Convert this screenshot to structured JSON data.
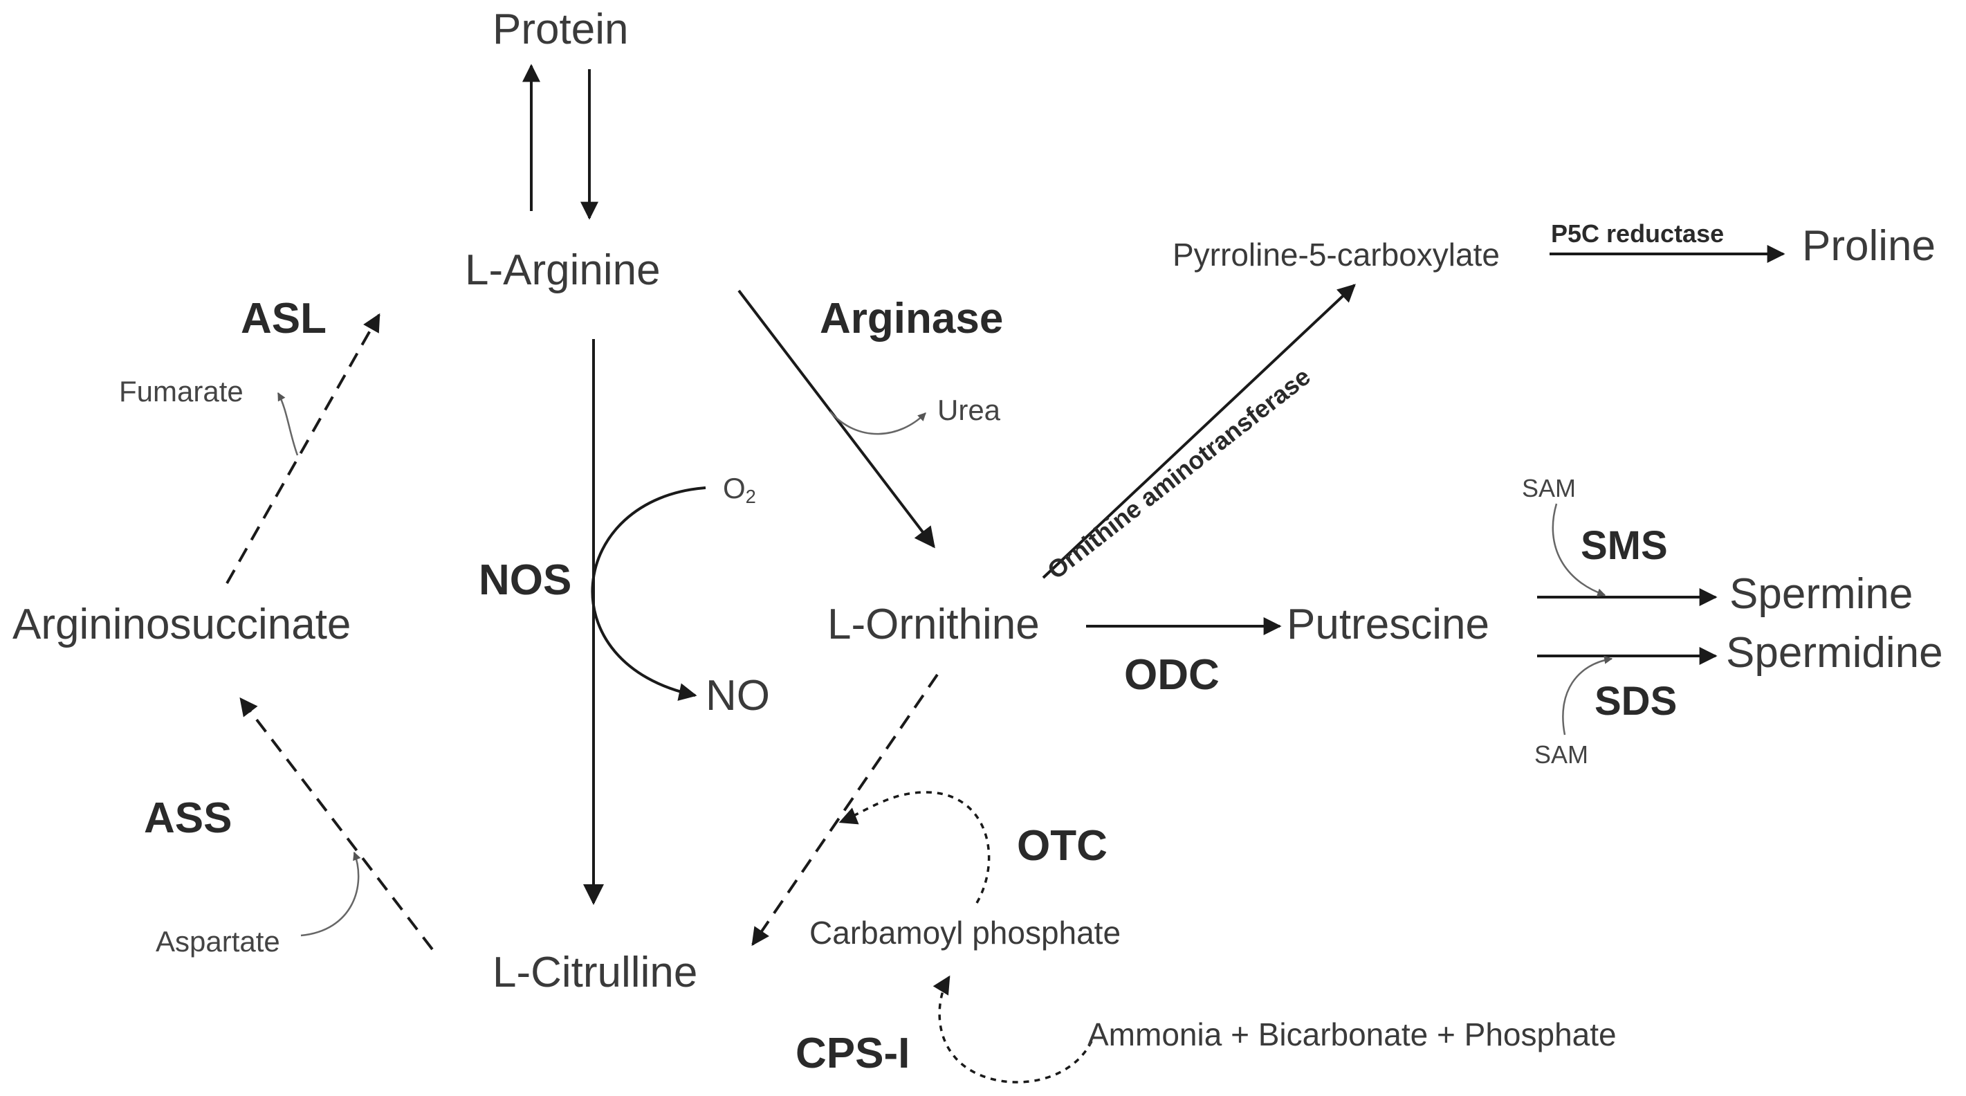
{
  "metabolites": {
    "protein": "Protein",
    "l_arginine": "L-Arginine",
    "argininosuccinate": "Argininosuccinate",
    "l_ornithine": "L-Ornithine",
    "putrescine": "Putrescine",
    "l_citrulline": "L-Citrulline",
    "pyrroline_5_carboxylate": "Pyrroline-5-carboxylate",
    "proline": "Proline",
    "spermine": "Spermine",
    "spermidine": "Spermidine",
    "no": "NO",
    "carbamoyl_phosphate": "Carbamoyl phosphate",
    "ammonia_bicarbonate_phosphate": "Ammonia + Bicarbonate + Phosphate"
  },
  "enzymes": {
    "asl": "ASL",
    "arginase": "Arginase",
    "nos": "NOS",
    "odc": "ODC",
    "ass": "ASS",
    "otc": "OTC",
    "cps_i": "CPS-I",
    "sms": "SMS",
    "sds": "SDS",
    "p5c_reductase": "P5C reductase",
    "ornithine_aminotransferase": "Ornithine aminotransferase"
  },
  "cofactors": {
    "fumarate": "Fumarate",
    "urea": "Urea",
    "o2_base": "O",
    "o2_sub": "2",
    "aspartate": "Aspartate",
    "sam_top": "SAM",
    "sam_bottom": "SAM"
  },
  "colors": {
    "arrow": "#1a1a1a",
    "thin_arrow": "#555555"
  }
}
